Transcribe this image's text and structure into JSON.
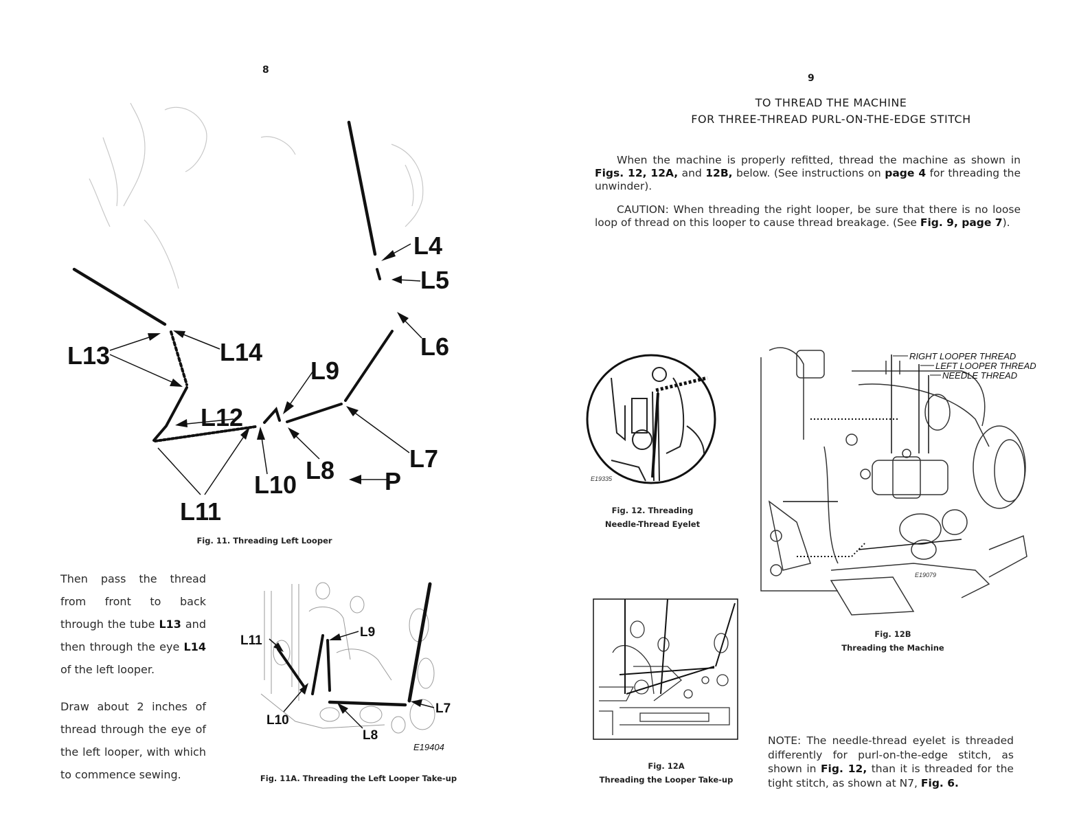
{
  "left_page": {
    "page_number": "8",
    "fig11": {
      "labels": {
        "l4": "L4",
        "l5": "L5",
        "l6": "L6",
        "l7": "L7",
        "l8": "L8",
        "l9": "L9",
        "l10": "L10",
        "l11": "L11",
        "l12": "L12",
        "l13": "L13",
        "l14": "L14",
        "p": "P"
      },
      "caption": "Fig. 11. Threading Left Looper"
    },
    "para1": {
      "before_l13": "Then pass the thread from front to back through the tube",
      "l13": "L13",
      "between": "and then through the eye",
      "l14": "L14",
      "after": "of the left looper."
    },
    "para2": "Draw about 2 inches of thread through the eye of the left looper, with which to commence sewing.",
    "fig11a": {
      "labels": {
        "l11": "L11",
        "l9": "L9",
        "l7": "L7",
        "l10": "L10",
        "l8": "L8"
      },
      "code": "E19404",
      "caption": "Fig. 11A. Threading the Left Looper Take-up"
    }
  },
  "right_page": {
    "page_number": "9",
    "heading_line1": "TO THREAD THE MACHINE",
    "heading_line2": "FOR THREE-THREAD PURL-ON-THE-EDGE STITCH",
    "para1": {
      "t1": "When the machine is properly refitted, thread the machine as shown in",
      "figs": "Figs. 12, 12A,",
      "t2": "and",
      "fig12b": "12B,",
      "t3": "below. (See instructions on",
      "page4": "page 4",
      "t4": "for threading the unwinder)."
    },
    "caution": {
      "label": "CAUTION:",
      "t1": "When threading the right looper, be sure that there is no loose loop of thread on this looper to cause thread breakage. (See",
      "fig": "Fig. 9, page 7",
      "t2": ")."
    },
    "fig12": {
      "code": "E19335",
      "caption_line1": "Fig. 12. Threading",
      "caption_line2": "Needle-Thread Eyelet"
    },
    "fig12b": {
      "thread_labels": [
        "RIGHT LOOPER THREAD",
        "LEFT LOOPER THREAD",
        "NEEDLE THREAD"
      ],
      "code": "E19079",
      "caption_line1": "Fig. 12B",
      "caption_line2": "Threading the Machine"
    },
    "fig12a": {
      "caption_line1": "Fig. 12A",
      "caption_line2": "Threading the Looper Take-up"
    },
    "note": {
      "label": "NOTE:",
      "t1": "The needle-thread eyelet is threaded differently for purl-on-the-edge stitch, as shown in",
      "fig": "Fig. 12,",
      "t2": "than it is threaded for the tight stitch, as shown at N7,",
      "fig6": "Fig. 6."
    }
  }
}
